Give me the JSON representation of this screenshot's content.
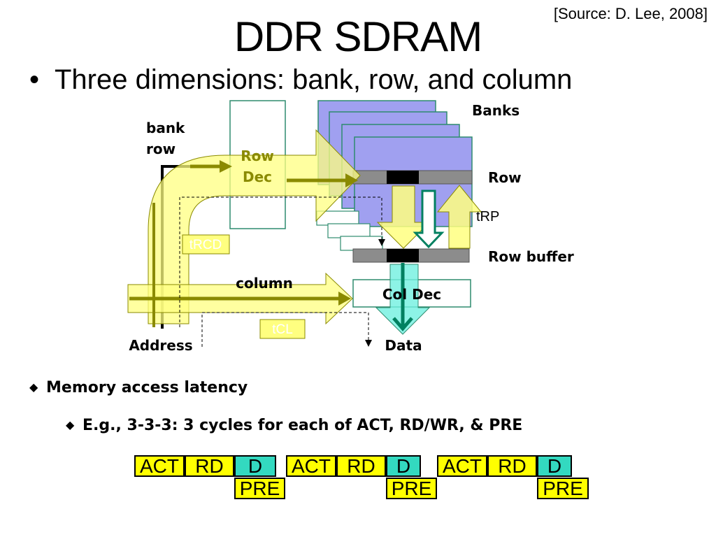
{
  "slide": {
    "title": "DDR SDRAM",
    "source": "[Source: D. Lee, 2008]",
    "bullet": "Three dimensions: bank, row, and column",
    "sub_bullets": [
      "Memory access latency",
      "E.g., 3-3-3: 3 cycles for each of ACT, RD/WR, & PRE"
    ]
  },
  "diagram": {
    "labels": {
      "banks": "Banks",
      "bank_row": [
        "bank",
        "row"
      ],
      "row_dec": [
        "Row",
        "Dec"
      ],
      "row": "Row",
      "trp": "tRP",
      "trcd": "tRCD",
      "row_buffer": "Row buffer",
      "column": "column",
      "col_dec": "Col Dec",
      "tcl": "tCL",
      "address": "Address",
      "data": "Data"
    },
    "colors": {
      "bank_fill": "#a0a0f0",
      "arrow_yellow": "#ffff80",
      "arrow_stroke": "#8a8a00",
      "decoder_border": "#2e8b6f",
      "timing_box": "#ffff80",
      "cyan_arrow": "#70f0e0",
      "teal": "#008060"
    }
  },
  "timeline": {
    "groups": [
      {
        "act": "ACT",
        "rd": "RD",
        "d": "D",
        "pre": "PRE"
      },
      {
        "act": "ACT",
        "rd": "RD",
        "d": "D",
        "pre": "PRE"
      },
      {
        "act": "ACT",
        "rd": "RD",
        "d": "D",
        "pre": "PRE"
      }
    ],
    "colors": {
      "yellow": "#ffff00",
      "cyan": "#33d9c0"
    }
  }
}
